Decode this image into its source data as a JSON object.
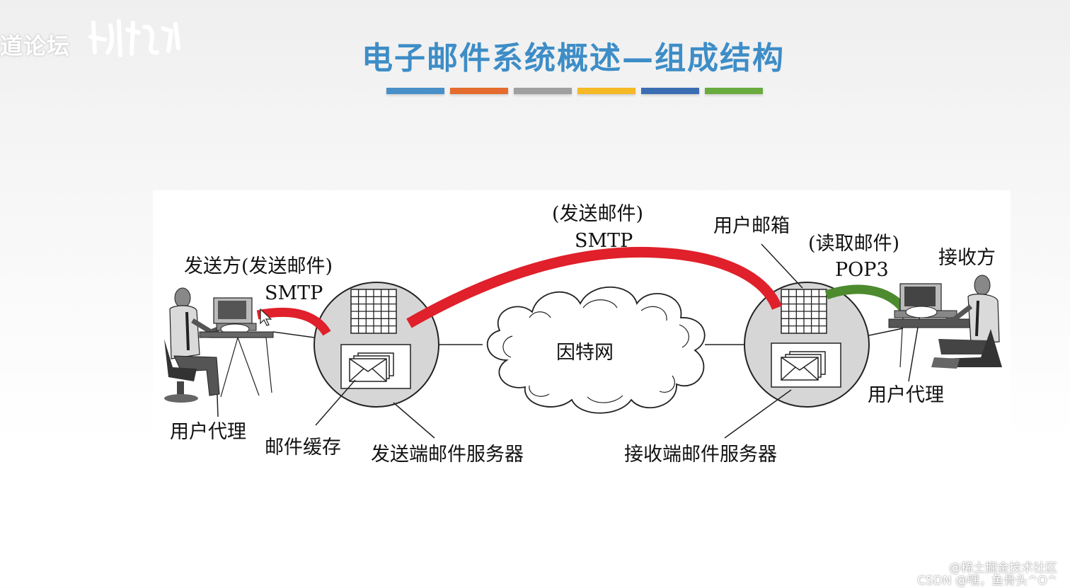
{
  "logo": {
    "text": "道论坛"
  },
  "title": "电子邮件系统概述—组成结构",
  "color_bar": [
    "#4a90c8",
    "#e36c2e",
    "#a0a0a0",
    "#f4b925",
    "#3b6db3",
    "#6aab3f"
  ],
  "diagram": {
    "labels": {
      "sender": "发送方(发送邮件)",
      "sender_protocol": "SMTP",
      "sender_user_agent": "用户代理",
      "mail_cache": "邮件缓存",
      "sender_server": "发送端邮件服务器",
      "internet": "因特网",
      "middle_action": "(发送邮件)",
      "middle_protocol": "SMTP",
      "user_mailbox": "用户邮箱",
      "receiver_action": "(读取邮件)",
      "receiver_protocol": "POP3",
      "receiver": "接收方",
      "receiver_user_agent": "用户代理",
      "receiver_server": "接收端邮件服务器"
    },
    "colors": {
      "smtp": "#e0202a",
      "pop3": "#4e8a2e"
    }
  },
  "watermark": {
    "line1": "@稀土掘金技术社区",
    "line2": "CSDN @嘿，鱼骨头^O^"
  }
}
